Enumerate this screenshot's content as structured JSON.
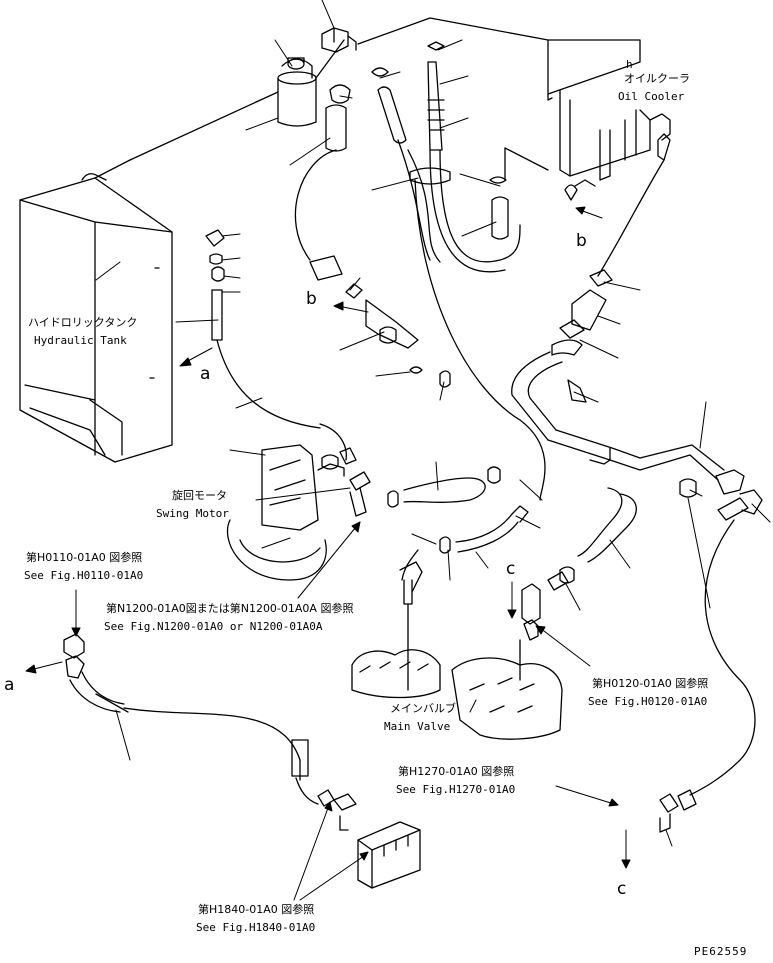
{
  "labels": {
    "hydraulic_tank_jp": "ハイドロリックタンク",
    "hydraulic_tank_en": "Hydraulic Tank",
    "oil_cooler_jp": "オイルクーラ",
    "oil_cooler_en": "Oil Cooler",
    "swing_motor_jp": "旋回モータ",
    "swing_motor_en": "Swing Motor",
    "main_valve_jp": "メインバルブ",
    "main_valve_en": "Main Valve"
  },
  "references": [
    {
      "jp": "第H0110-01A0 図参照",
      "en": "See Fig.H0110-01A0"
    },
    {
      "jp": "第N1200-01A0図または第N1200-01A0A 図参照",
      "en": "See Fig.N1200-01A0 or N1200-01A0A"
    },
    {
      "jp": "第H0120-01A0 図参照",
      "en": "See Fig.H0120-01A0"
    },
    {
      "jp": "第H1270-01A0 図参照",
      "en": "See Fig.H1270-01A0"
    },
    {
      "jp": "第H1840-01A0 図参照",
      "en": "See Fig.H1840-01A0"
    }
  ],
  "connectors": {
    "a_tank": "a",
    "a_left": "a",
    "b_top": "b",
    "b_mid": "b",
    "c_mid": "c",
    "c_bottom": "c"
  },
  "extra_marks": {
    "h": "h"
  },
  "figure_code": "PE62559"
}
